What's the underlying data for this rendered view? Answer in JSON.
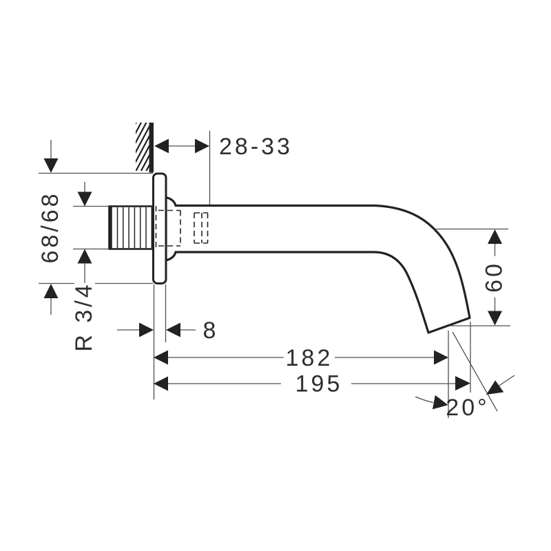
{
  "colors": {
    "ink": "#222222",
    "line": "#4f4f4f",
    "text": "#2e2e2e",
    "background": "#ffffff"
  },
  "labels": {
    "wall_distance": "28-33",
    "escutcheon_diameter": "68/68",
    "connection_thread": "R 3/4",
    "escutcheon_depth": "8",
    "spout_length_to_outlet": "182",
    "spout_length_overall": "195",
    "outlet_height": "60",
    "outlet_angle": "20°"
  }
}
